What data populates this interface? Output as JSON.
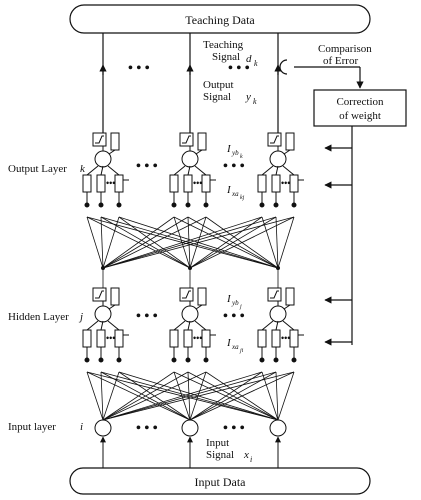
{
  "title_box": "Teaching Data",
  "bottom_box": "Input Data",
  "teaching_signal": {
    "label_line1": "Teaching",
    "label_line2": "Signal",
    "symbol": "d",
    "sub": "k"
  },
  "output_signal": {
    "label_line1": "Output",
    "label_line2": "Signal",
    "symbol": "y",
    "sub": "k"
  },
  "input_signal": {
    "label_line1": "Input",
    "label_line2": "Signal",
    "symbol": "x",
    "sub": "i"
  },
  "comparison": {
    "line1": "Comparison",
    "line2": "of Error"
  },
  "correction": {
    "line1": "Correction",
    "line2": "of weight"
  },
  "layers": [
    {
      "name": "Output Layer",
      "index": "k"
    },
    {
      "name": "Hidden Layer",
      "index": "j"
    },
    {
      "name": "Input layer",
      "index": "i"
    }
  ],
  "output_labels": {
    "iyb": "I",
    "iyb_sub": "yb",
    "iyb_subsub": "k",
    "ixa": "I",
    "ixa_sub": "xa",
    "ixa_subsub": "kj"
  },
  "hidden_labels": {
    "iyb": "I",
    "iyb_sub": "yb",
    "iyb_subsub": "j",
    "ixa": "I",
    "ixa_sub": "xa",
    "ixa_subsub": "ji"
  },
  "ellipsis": "• • •",
  "small_ellipsis": "•••"
}
